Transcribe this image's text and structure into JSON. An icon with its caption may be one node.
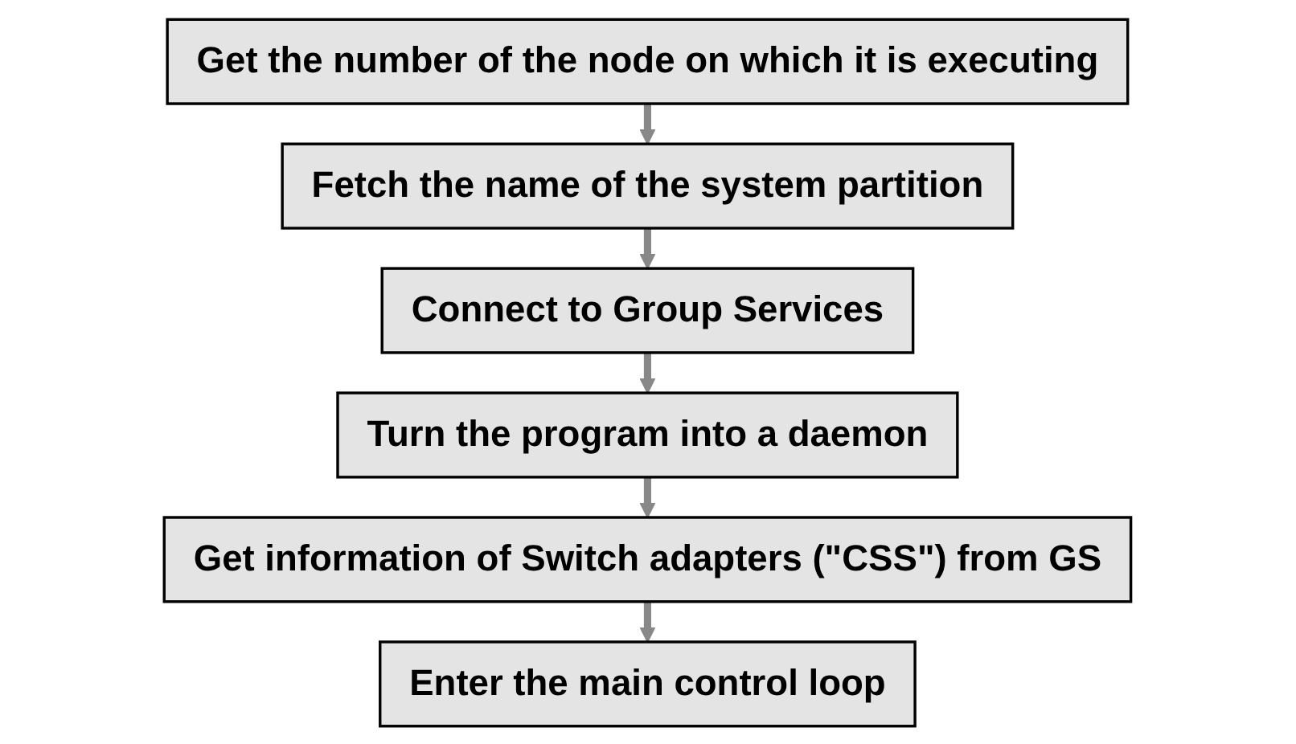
{
  "diagram": {
    "nodes": [
      {
        "text": [
          "Get the number of the node on which it is executing"
        ]
      },
      {
        "text": [
          "Fetch the name of the system partition"
        ]
      },
      {
        "text": [
          "Connect to Group Services"
        ]
      },
      {
        "text": [
          "Turn the program into a daemon"
        ]
      },
      {
        "text": [
          "Get information of Switch adapters (\"CSS\") from GS"
        ]
      },
      {
        "text": [
          "Enter the main control loop"
        ]
      }
    ],
    "edges": [
      {
        "from": 0,
        "to": 1,
        "arrow": "to"
      },
      {
        "from": 1,
        "to": 2,
        "arrow": "to"
      },
      {
        "from": 2,
        "to": 3,
        "arrow": "to"
      },
      {
        "from": 3,
        "to": 4,
        "arrow": "to"
      },
      {
        "from": 4,
        "to": 5,
        "arrow": "to"
      }
    ]
  }
}
